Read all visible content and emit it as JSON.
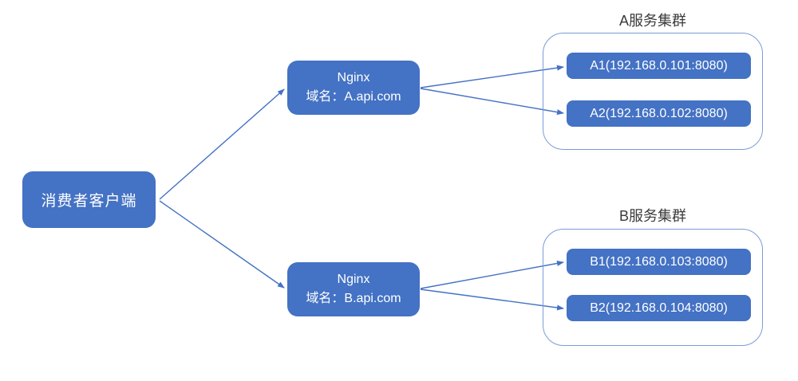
{
  "diagram": {
    "consumer": {
      "label": "消费者客户端"
    },
    "nginx_a": {
      "line1": "Nginx",
      "line2": "域名：A.api.com"
    },
    "nginx_b": {
      "line1": "Nginx",
      "line2": "域名：B.api.com"
    },
    "cluster_a": {
      "title": "A服务集群",
      "servers": [
        {
          "label": "A1(192.168.0.101:8080)"
        },
        {
          "label": "A2(192.168.0.102:8080)"
        }
      ]
    },
    "cluster_b": {
      "title": "B服务集群",
      "servers": [
        {
          "label": "B1(192.168.0.103:8080)"
        },
        {
          "label": "B2(192.168.0.104:8080)"
        }
      ]
    }
  },
  "colors": {
    "node-fill": "#4472C4",
    "node-text": "#FFFFFF",
    "arrow": "#4472C4",
    "cluster-border": "#7C9BD9",
    "title-text": "#3B3B3B",
    "background": "#FFFFFF"
  }
}
